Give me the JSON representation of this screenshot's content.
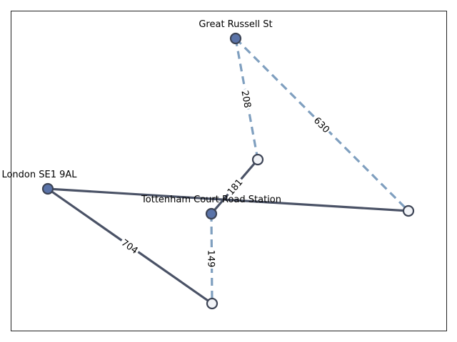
{
  "colors": {
    "solid_edge": "#4a5266",
    "dashed_edge": "#7f9fbf",
    "filled_node": "#5a73a8",
    "open_node": "#f2f4f8",
    "node_stroke": "#3d4455"
  },
  "nodes": [
    {
      "id": "great-russell-st",
      "label": "Great Russell St",
      "filled": true
    },
    {
      "id": "london-se1-9al",
      "label": "London SE1 9AL",
      "filled": true
    },
    {
      "id": "tottenham-court-road-station",
      "label": "Tottenham Court Road Station",
      "filled": true
    },
    {
      "id": "node-mid",
      "label": "",
      "filled": false
    },
    {
      "id": "node-right",
      "label": "",
      "filled": false
    },
    {
      "id": "node-bottom",
      "label": "",
      "filled": false
    }
  ],
  "edges": [
    {
      "id": "e-grs-mid",
      "from": "great-russell-st",
      "to": "node-mid",
      "style": "dashed",
      "label": "208"
    },
    {
      "id": "e-grs-right",
      "from": "great-russell-st",
      "to": "node-right",
      "style": "dashed",
      "label": "630"
    },
    {
      "id": "e-tcr-mid",
      "from": "tottenham-court-road-station",
      "to": "node-mid",
      "style": "solid",
      "label": "181"
    },
    {
      "id": "e-se1-right",
      "from": "london-se1-9al",
      "to": "node-right",
      "style": "solid",
      "label": ""
    },
    {
      "id": "e-se1-bottom",
      "from": "london-se1-9al",
      "to": "node-bottom",
      "style": "solid",
      "label": "704"
    },
    {
      "id": "e-tcr-bottom",
      "from": "tottenham-court-road-station",
      "to": "node-bottom",
      "style": "dashed",
      "label": "149"
    }
  ]
}
